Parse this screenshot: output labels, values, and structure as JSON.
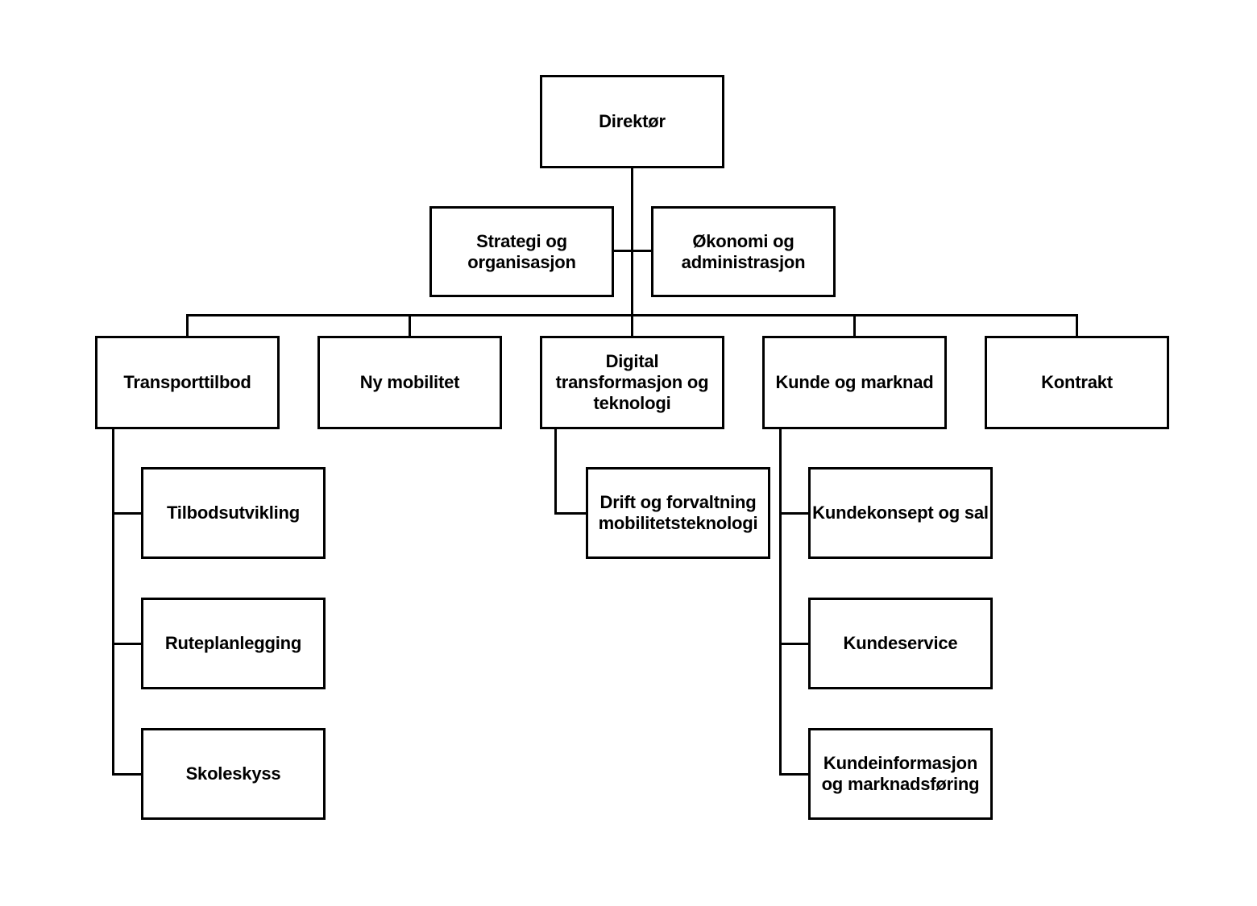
{
  "page": {
    "background_color": "#ffffff",
    "line_color": "#000000",
    "box_border_color": "#000000",
    "text_color": "#000000"
  },
  "org": {
    "root": {
      "label": "Direktør"
    },
    "staff": [
      {
        "label": "Strategi og organisasjon"
      },
      {
        "label": "Økonomi og administrasjon"
      }
    ],
    "departments": [
      {
        "label": "Transporttilbod",
        "children": [
          {
            "label": "Tilbodsutvikling"
          },
          {
            "label": "Ruteplanlegging"
          },
          {
            "label": "Skoleskyss"
          }
        ]
      },
      {
        "label": "Ny mobilitet",
        "children": []
      },
      {
        "label": "Digital transformasjon og teknologi",
        "children": [
          {
            "label": "Drift og forvaltning mobilitetsteknologi"
          }
        ]
      },
      {
        "label": "Kunde og marknad",
        "children": [
          {
            "label": "Kundekonsept og sal"
          },
          {
            "label": "Kundeservice"
          },
          {
            "label": "Kundeinformasjon og marknadsføring"
          }
        ]
      },
      {
        "label": "Kontrakt",
        "children": []
      }
    ]
  }
}
